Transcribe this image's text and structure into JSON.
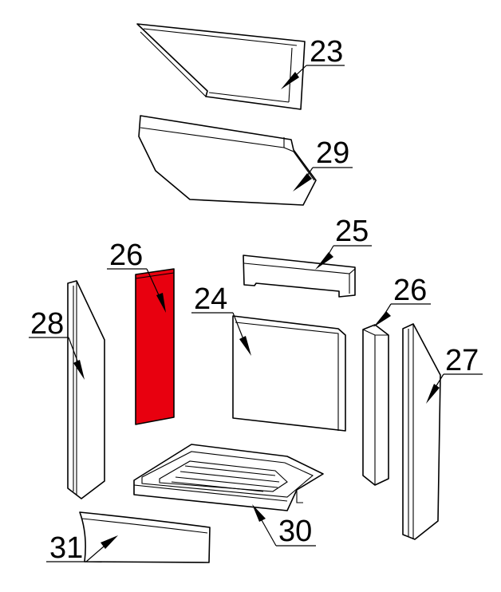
{
  "accent_color": "#e8000f",
  "highlighted_part": "26",
  "labels": {
    "p23": "23",
    "p29": "29",
    "p25": "25",
    "p26a": "26",
    "p24": "24",
    "p26b": "26",
    "p28": "28",
    "p27": "27",
    "p30": "30",
    "p31": "31"
  }
}
